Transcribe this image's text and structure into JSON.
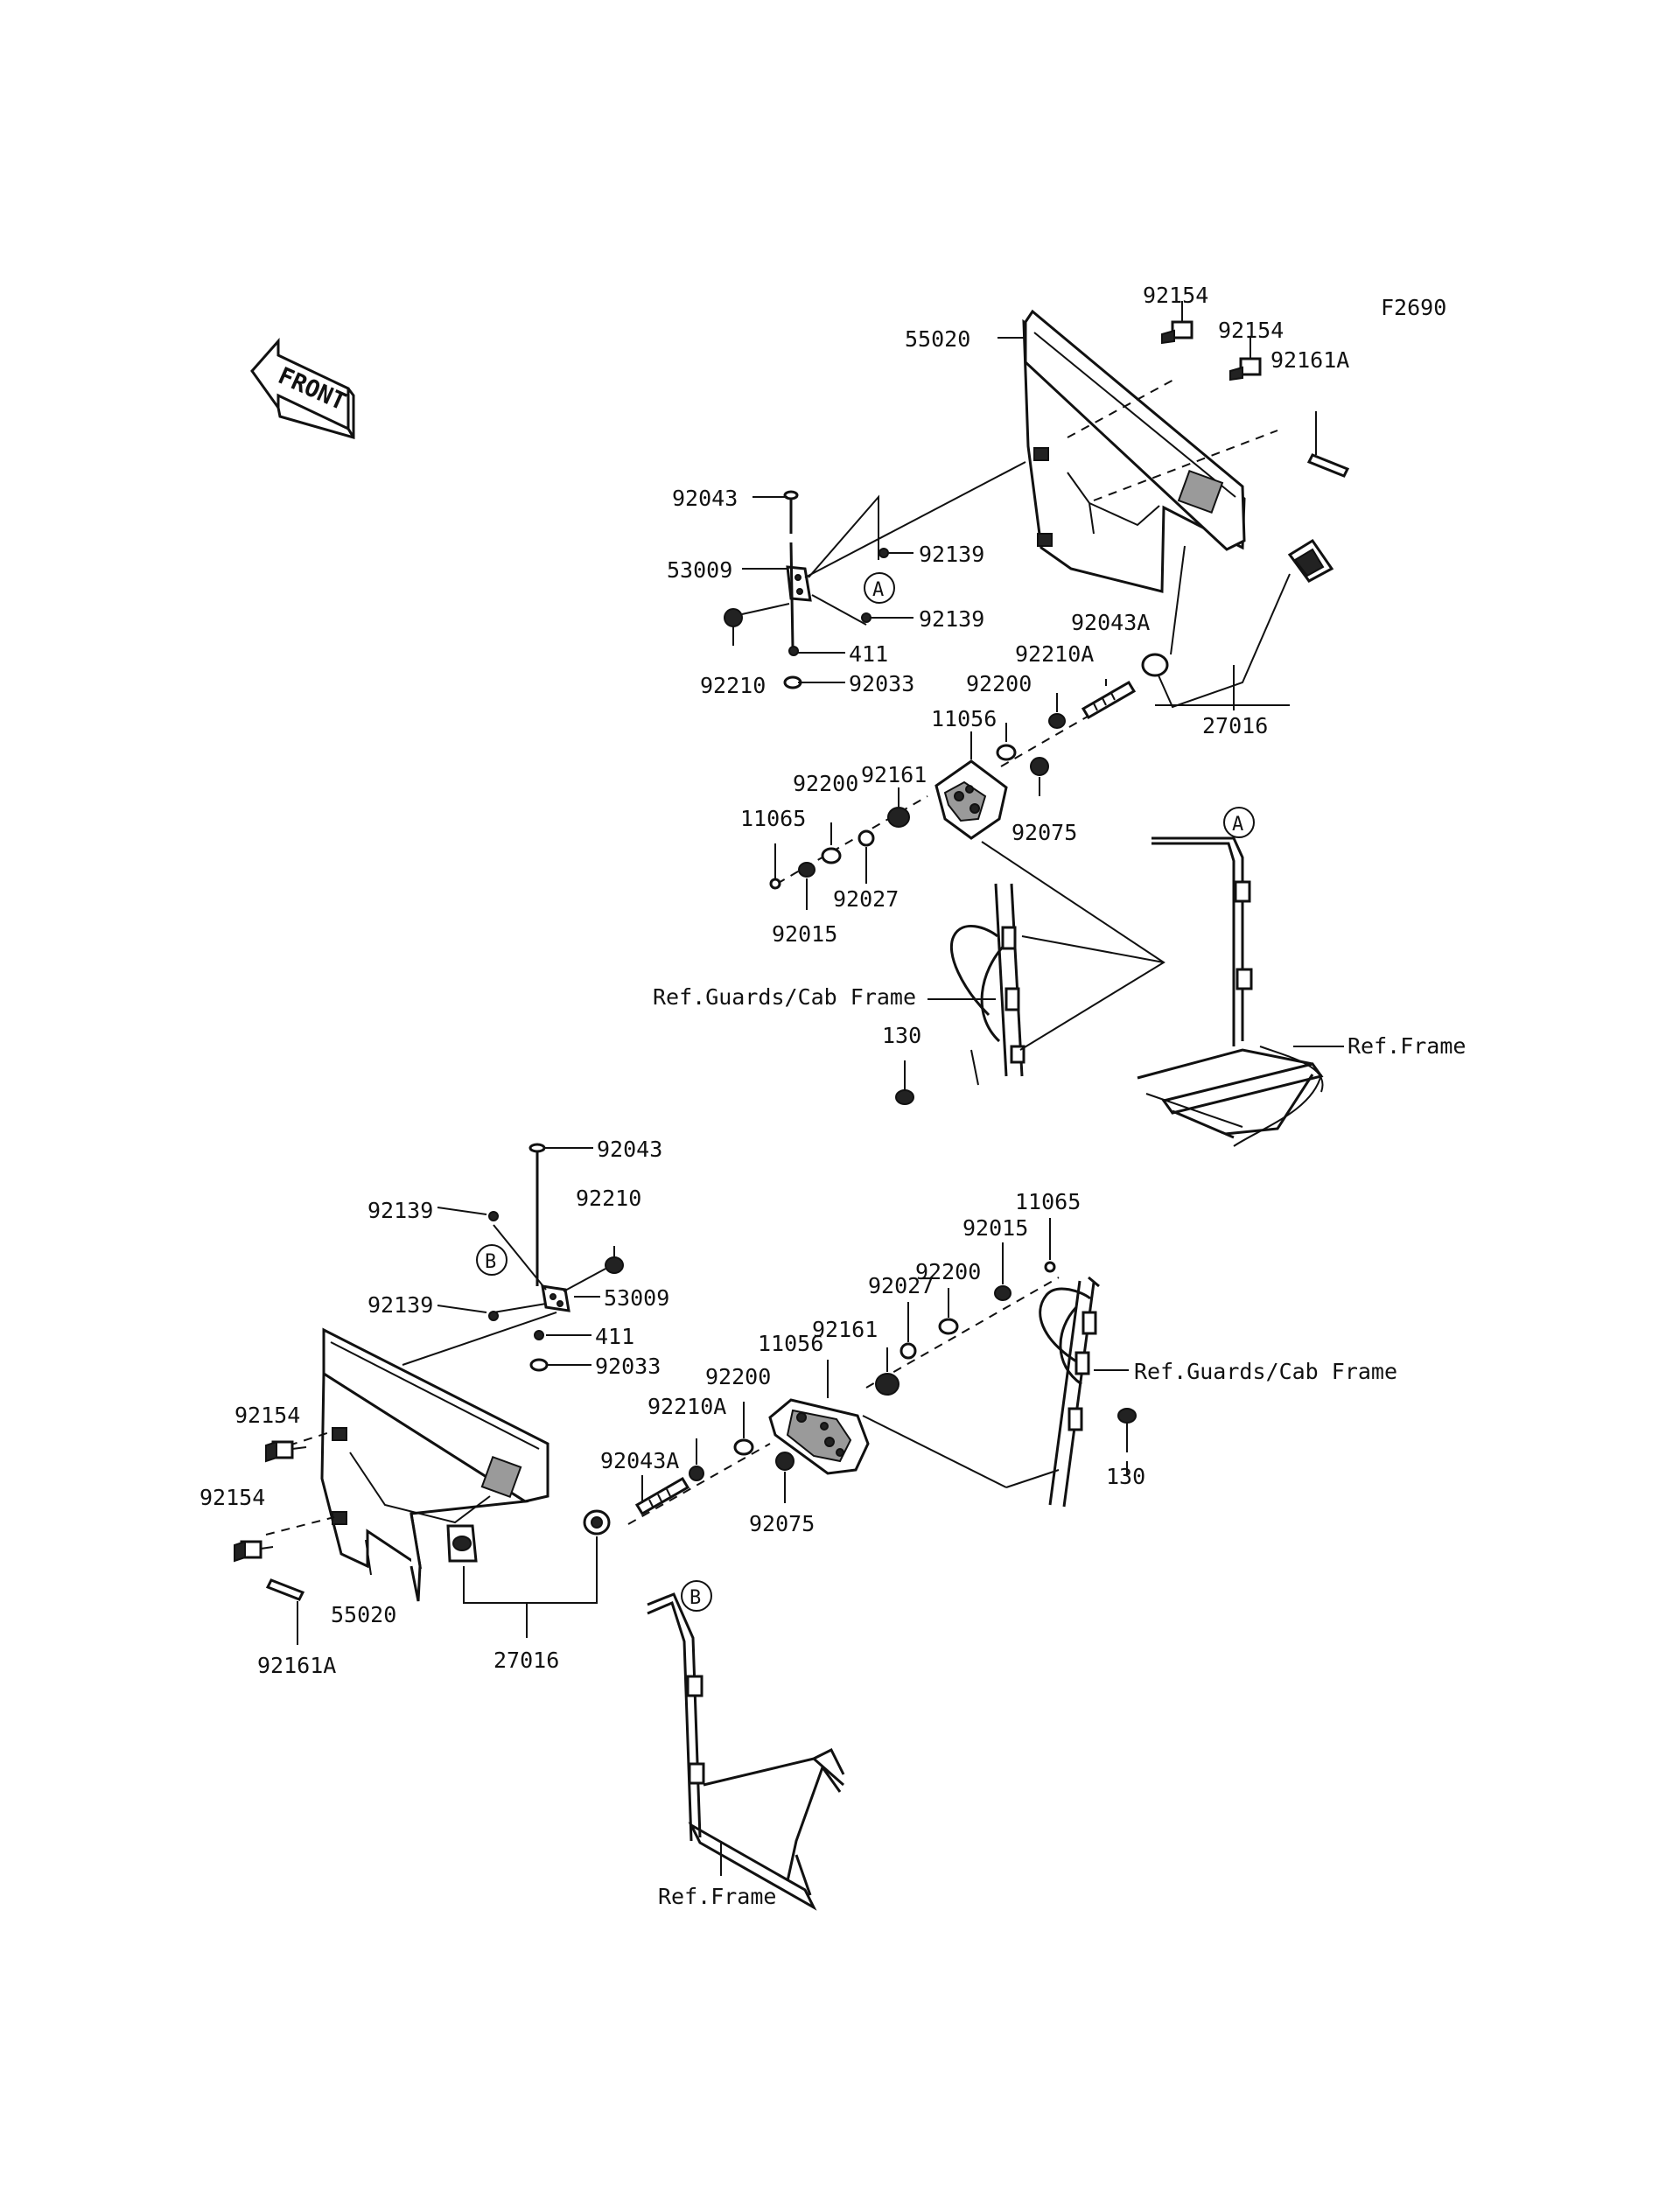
{
  "figure_code": "F2690",
  "front_arrow": {
    "text": "FRONT",
    "icon": "front-direction-arrow-icon"
  },
  "callouts": {
    "A": "A",
    "B": "B"
  },
  "upper_assembly": {
    "p92154_a": "92154",
    "p92154_b": "92154",
    "p92161A": "92161A",
    "p55020": "55020",
    "p92043": "92043",
    "p92139_a": "92139",
    "p53009": "53009",
    "p92139_b": "92139",
    "p92043A": "92043A",
    "p411": "411",
    "p92210A": "92210A",
    "p92210": "92210",
    "p92033": "92033",
    "p92200_a": "92200",
    "p27016": "27016",
    "p11056": "11056",
    "p92161": "92161",
    "p92200_b": "92200",
    "p92075": "92075",
    "p11065": "11065",
    "p92027": "92027",
    "p92015": "92015",
    "ref_guards": "Ref.Guards/Cab Frame",
    "p130": "130",
    "ref_frame": "Ref.Frame"
  },
  "lower_assembly": {
    "p92043": "92043",
    "p92139_a": "92139",
    "p92210": "92210",
    "p11065": "11065",
    "p92015": "92015",
    "p53009": "53009",
    "p92200_a": "92200",
    "p92139_b": "92139",
    "p92027": "92027",
    "p411": "411",
    "p92161": "92161",
    "p92033": "92033",
    "p11056": "11056",
    "p92200_b": "92200",
    "ref_guards": "Ref.Guards/Cab Frame",
    "p92154_a": "92154",
    "p92210A": "92210A",
    "p92043A": "92043A",
    "p130": "130",
    "p92075": "92075",
    "p92154_b": "92154",
    "p55020": "55020",
    "p92161A": "92161A",
    "p27016": "27016",
    "ref_frame": "Ref.Frame"
  }
}
